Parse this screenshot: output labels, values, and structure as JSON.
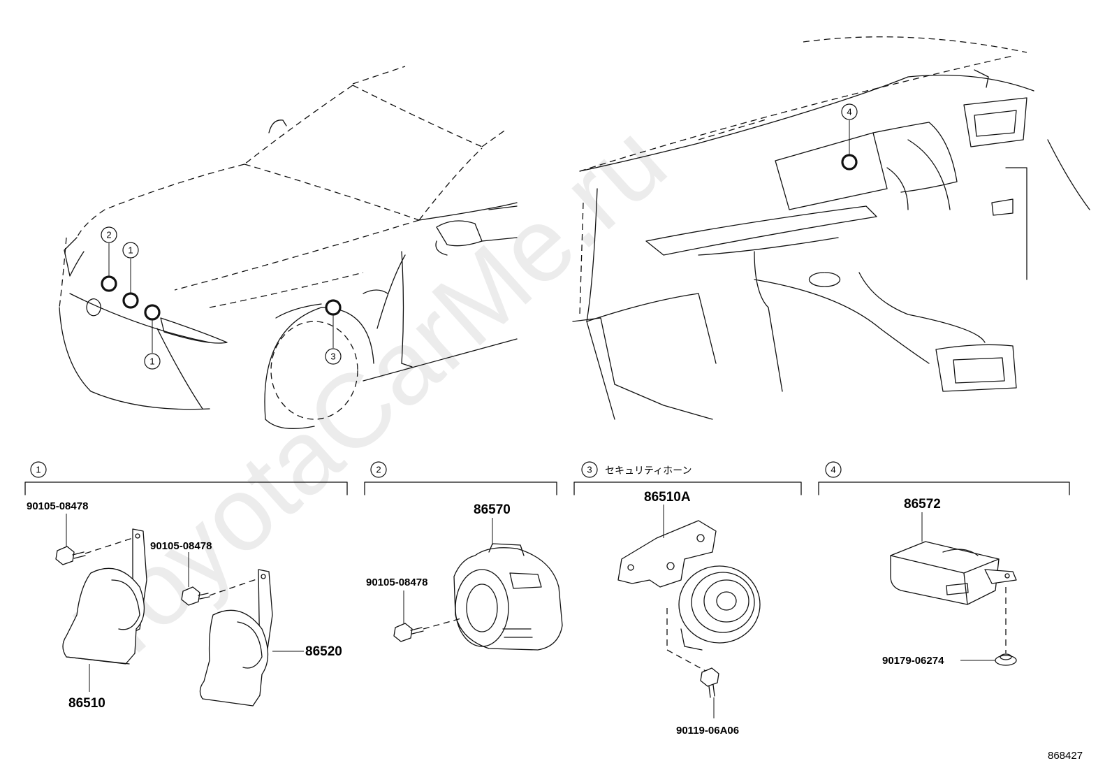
{
  "watermark": "ToyotaCarMe.ru",
  "callouts": {
    "c1": "1",
    "c2": "2",
    "c3": "3",
    "c4": "4"
  },
  "sections": [
    {
      "number": "1",
      "note": ""
    },
    {
      "number": "2",
      "note": ""
    },
    {
      "number": "3",
      "note": "セキュリティホーン"
    },
    {
      "number": "4",
      "note": ""
    }
  ],
  "parts": {
    "p86510": "86510",
    "p86520": "86520",
    "p86570": "86570",
    "p86510A": "86510A",
    "p86572": "86572",
    "bolt_s1_a": "90105-08478",
    "bolt_s1_b": "90105-08478",
    "bolt_s2": "90105-08478",
    "bolt_s3": "90119-06A06",
    "nut_s4": "90179-06274"
  },
  "diagram_ref": "868427"
}
